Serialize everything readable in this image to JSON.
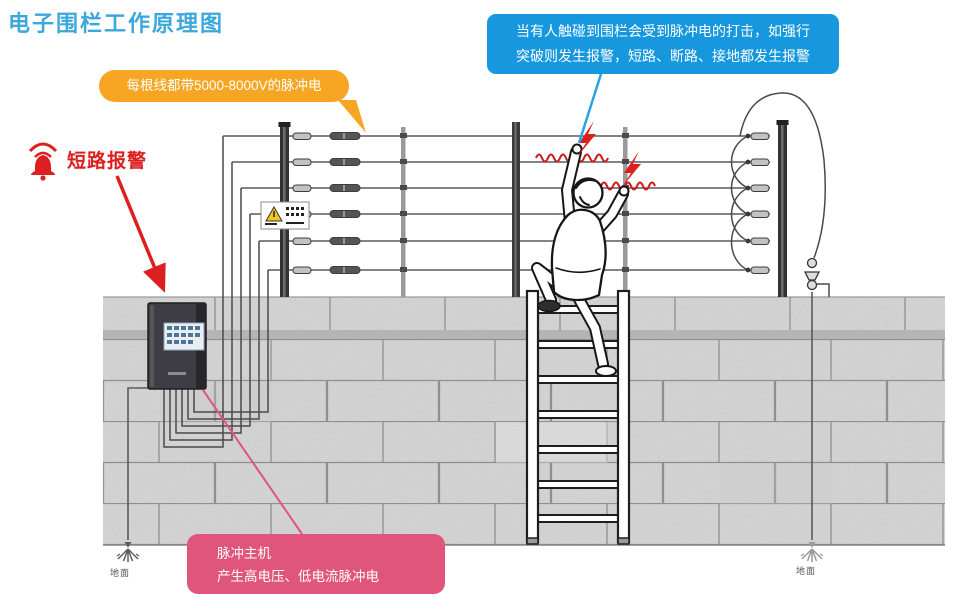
{
  "title": "电子围栏工作原理图",
  "callouts": {
    "voltage": {
      "text": "每根线都带5000-8000V的脉冲电"
    },
    "shock_warning": {
      "line1": "当有人触碰到围栏会受到脉冲电的打击，如强行",
      "line2": "突破则发生报警，短路、断路、接地都发生报警"
    },
    "pulse_host": {
      "line1": "脉冲主机",
      "line2": "产生高电压、低电流脉冲电"
    },
    "short_circuit_alarm": {
      "text": "短路报警"
    }
  },
  "labels": {
    "ground_left": "地面",
    "ground_right": "地面"
  },
  "icons": {
    "alarm": "alarm-bell-with-waves-icon",
    "ground": "ground-electrode-icon",
    "lightning": "lightning-bolt-icon",
    "warning_sign": "electric-fence-warning-placard"
  },
  "colors": {
    "title_blue": "#3BA7DB",
    "callout_orange": "#F6A623",
    "callout_blue": "#1798DE",
    "callout_pink": "#E0557C",
    "alarm_red": "#DC2020",
    "wire_gray": "#5a5a5a",
    "wall_gray": "#DBDBDB"
  }
}
